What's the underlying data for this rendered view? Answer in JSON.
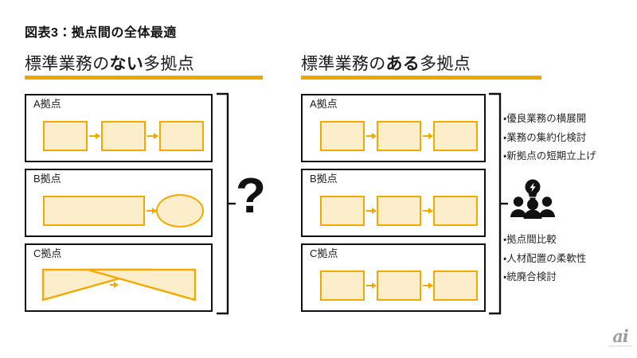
{
  "slide": {
    "figure_title": "図表3：拠点間の全体最適",
    "accent_color": "#eba900",
    "chip_fill": "#fdeecb",
    "chip_border": "#f2a900",
    "box_border": "#111111"
  },
  "columns": {
    "left": {
      "heading_plain_1": "標準業務の",
      "heading_emphasis": "ない",
      "heading_plain_2": "多拠点",
      "sites": [
        {
          "label": "A拠点",
          "pattern": "three-chips-chained"
        },
        {
          "label": "B拠点",
          "pattern": "wide-chip-to-ellipse"
        },
        {
          "label": "C拠点",
          "pattern": "two-triangles-with-arrow"
        }
      ]
    },
    "right": {
      "heading_plain_1": "標準業務の",
      "heading_emphasis": "ある",
      "heading_plain_2": "多拠点",
      "sites": [
        {
          "label": "A拠点",
          "pattern": "three-chips-chained"
        },
        {
          "label": "B拠点",
          "pattern": "three-chips-chained"
        },
        {
          "label": "C拠点",
          "pattern": "three-chips-chained"
        }
      ]
    }
  },
  "left_outcome": {
    "symbol": "?"
  },
  "right_outcome": {
    "bullets_top": [
      "・優良業務の横展開",
      "・業務の集約化検討",
      "・新拠点の短期立上げ"
    ],
    "icon": "people-with-lightbulb-icon",
    "bullets_bottom": [
      "・拠点間比較",
      "・人材配置の柔軟性",
      "・統廃合検討"
    ]
  },
  "logo": {
    "mark": "ai",
    "subtext": "ASAHI INTERACTIVE"
  }
}
